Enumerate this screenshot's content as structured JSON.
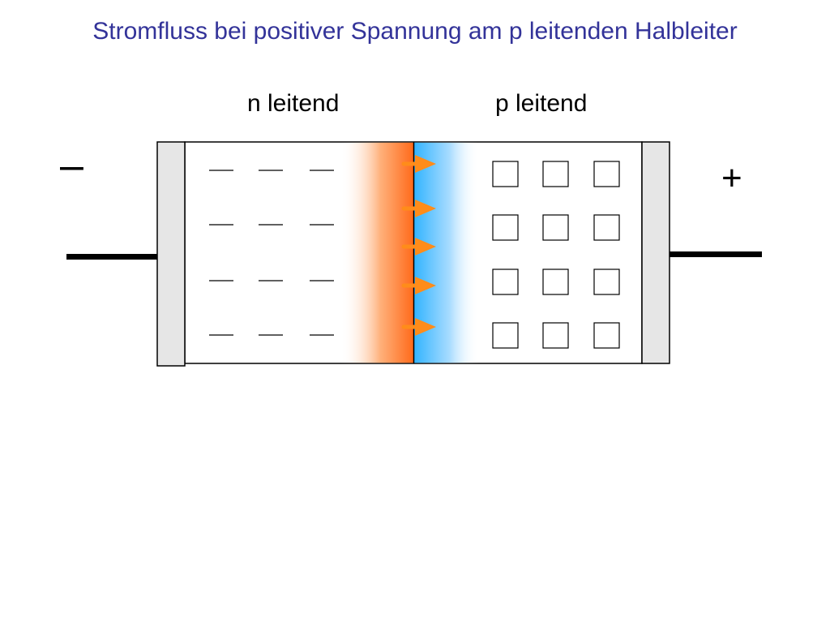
{
  "title": "Stromfluss bei positiver Spannung am p leitenden Halbleiter",
  "regions": {
    "n_label": "n leitend",
    "p_label": "p leitend"
  },
  "terminals": {
    "left_sign": "–",
    "right_sign": "+"
  },
  "colors": {
    "title": "#333399",
    "n_depletion": "#ff6a1a",
    "p_depletion": "#33b4ff",
    "arrow": "#ff8c1a",
    "contact": "#e6e6e6"
  },
  "carriers": {
    "electron_rows": 4,
    "electron_cols": 3,
    "hole_rows": 4,
    "hole_cols": 3,
    "flow_arrows": 5
  }
}
